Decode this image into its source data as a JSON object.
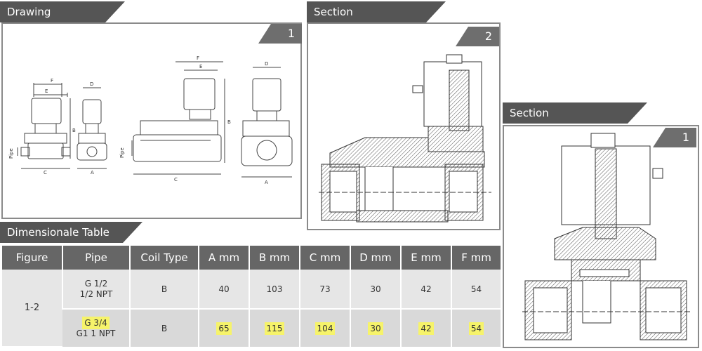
{
  "panels": {
    "drawing": {
      "title": "Drawing Reference",
      "number": "1"
    },
    "section_top": {
      "title": "Section",
      "number": "2"
    },
    "section_right": {
      "title": "Section",
      "number": "1"
    }
  },
  "dim_labels": {
    "F": "F",
    "E": "E",
    "D": "D",
    "B": "B",
    "C": "C",
    "A": "A",
    "pipe": "Pipe"
  },
  "table": {
    "title": "Dimensionale Table",
    "headers": [
      "Figure",
      "Pipe",
      "Coil Type",
      "A mm",
      "B mm",
      "C mm",
      "D mm",
      "E mm",
      "F mm"
    ],
    "figure": "1-2",
    "rows": [
      {
        "pipe": [
          "G 1/2",
          "1/2 NPT"
        ],
        "coil": "B",
        "a": "40",
        "b": "103",
        "c": "73",
        "d": "30",
        "e": "42",
        "f": "54",
        "highlighted": false
      },
      {
        "pipe": [
          "G 3/4",
          "G1 1 NPT"
        ],
        "coil": "B",
        "a": "65",
        "b": "115",
        "c": "104",
        "d": "30",
        "e": "42",
        "f": "54",
        "highlighted": true
      }
    ]
  },
  "colors": {
    "tab": "#555555",
    "header": "#666666",
    "highlight": "#f6f36a",
    "frame": "#8a8a8a"
  }
}
